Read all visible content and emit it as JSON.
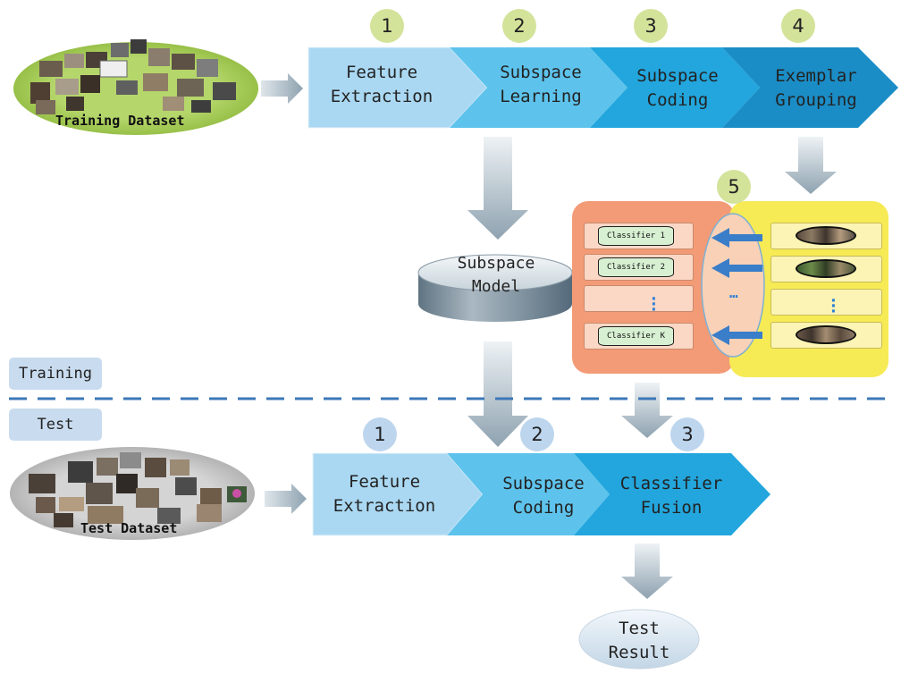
{
  "training": {
    "dataset_label": "Training Dataset",
    "steps": [
      {
        "number": "1",
        "label": "Feature\nExtraction"
      },
      {
        "number": "2",
        "label": "Subspace\nLearning"
      },
      {
        "number": "3",
        "label": "Subspace\nCoding"
      },
      {
        "number": "4",
        "label": "Exemplar\nGrouping"
      }
    ],
    "step5_number": "5",
    "subspace_model_label": "Subspace\nModel",
    "classifiers": [
      "Classifier 1",
      "Classifier 2",
      "Classifier K"
    ],
    "ellipsis_glyph": "…",
    "phase_tag": "Training"
  },
  "test": {
    "phase_tag": "Test",
    "dataset_label": "Test Dataset",
    "steps": [
      {
        "number": "1",
        "label": "Feature\nExtraction"
      },
      {
        "number": "2",
        "label": "Subspace\nCoding"
      },
      {
        "number": "3",
        "label": "Classifier\nFusion"
      }
    ],
    "result_label": "Test\nResult"
  },
  "colors": {
    "chevron_1": "#aad8f2",
    "chevron_2": "#5ec3ec",
    "chevron_3": "#22a6dd",
    "chevron_4": "#1b8dc6",
    "green_badge": "#d3e39a",
    "blue_badge": "#bdd6ee",
    "orange_panel": "#f39b76",
    "yellow_panel": "#f6ea55",
    "divider": "#3b77b7",
    "flow_arrow": "#a9b8c2"
  }
}
